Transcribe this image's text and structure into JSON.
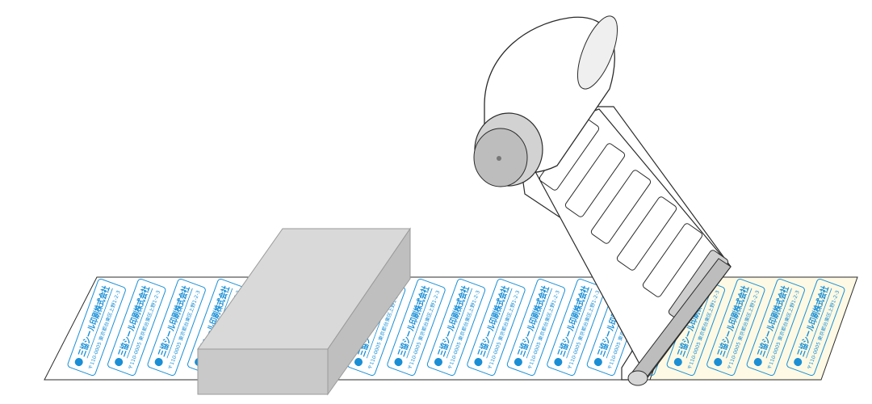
{
  "diagram": {
    "description_mode": "illustration",
    "label_colors": {
      "printed": "#1a8fd6",
      "backing_sheet": "#ffffff",
      "protected_sheet": "#fdf9e4",
      "block": "#c8c8c8",
      "roll": "#bdbdbd",
      "outline": "#2b2b2b"
    },
    "label_text": {
      "company_name": "三協シール印刷株式会社",
      "address_line": "〒110-0005 東京都台東区上野1-2-3"
    },
    "strip_segments": [
      {
        "name": "uncovered-labels",
        "count": 5
      },
      {
        "name": "covered-labels",
        "count": 2
      },
      {
        "name": "printed-labels",
        "count": 8
      },
      {
        "name": "laminated-labels",
        "count": 4
      }
    ],
    "film_label_windows": 6
  }
}
